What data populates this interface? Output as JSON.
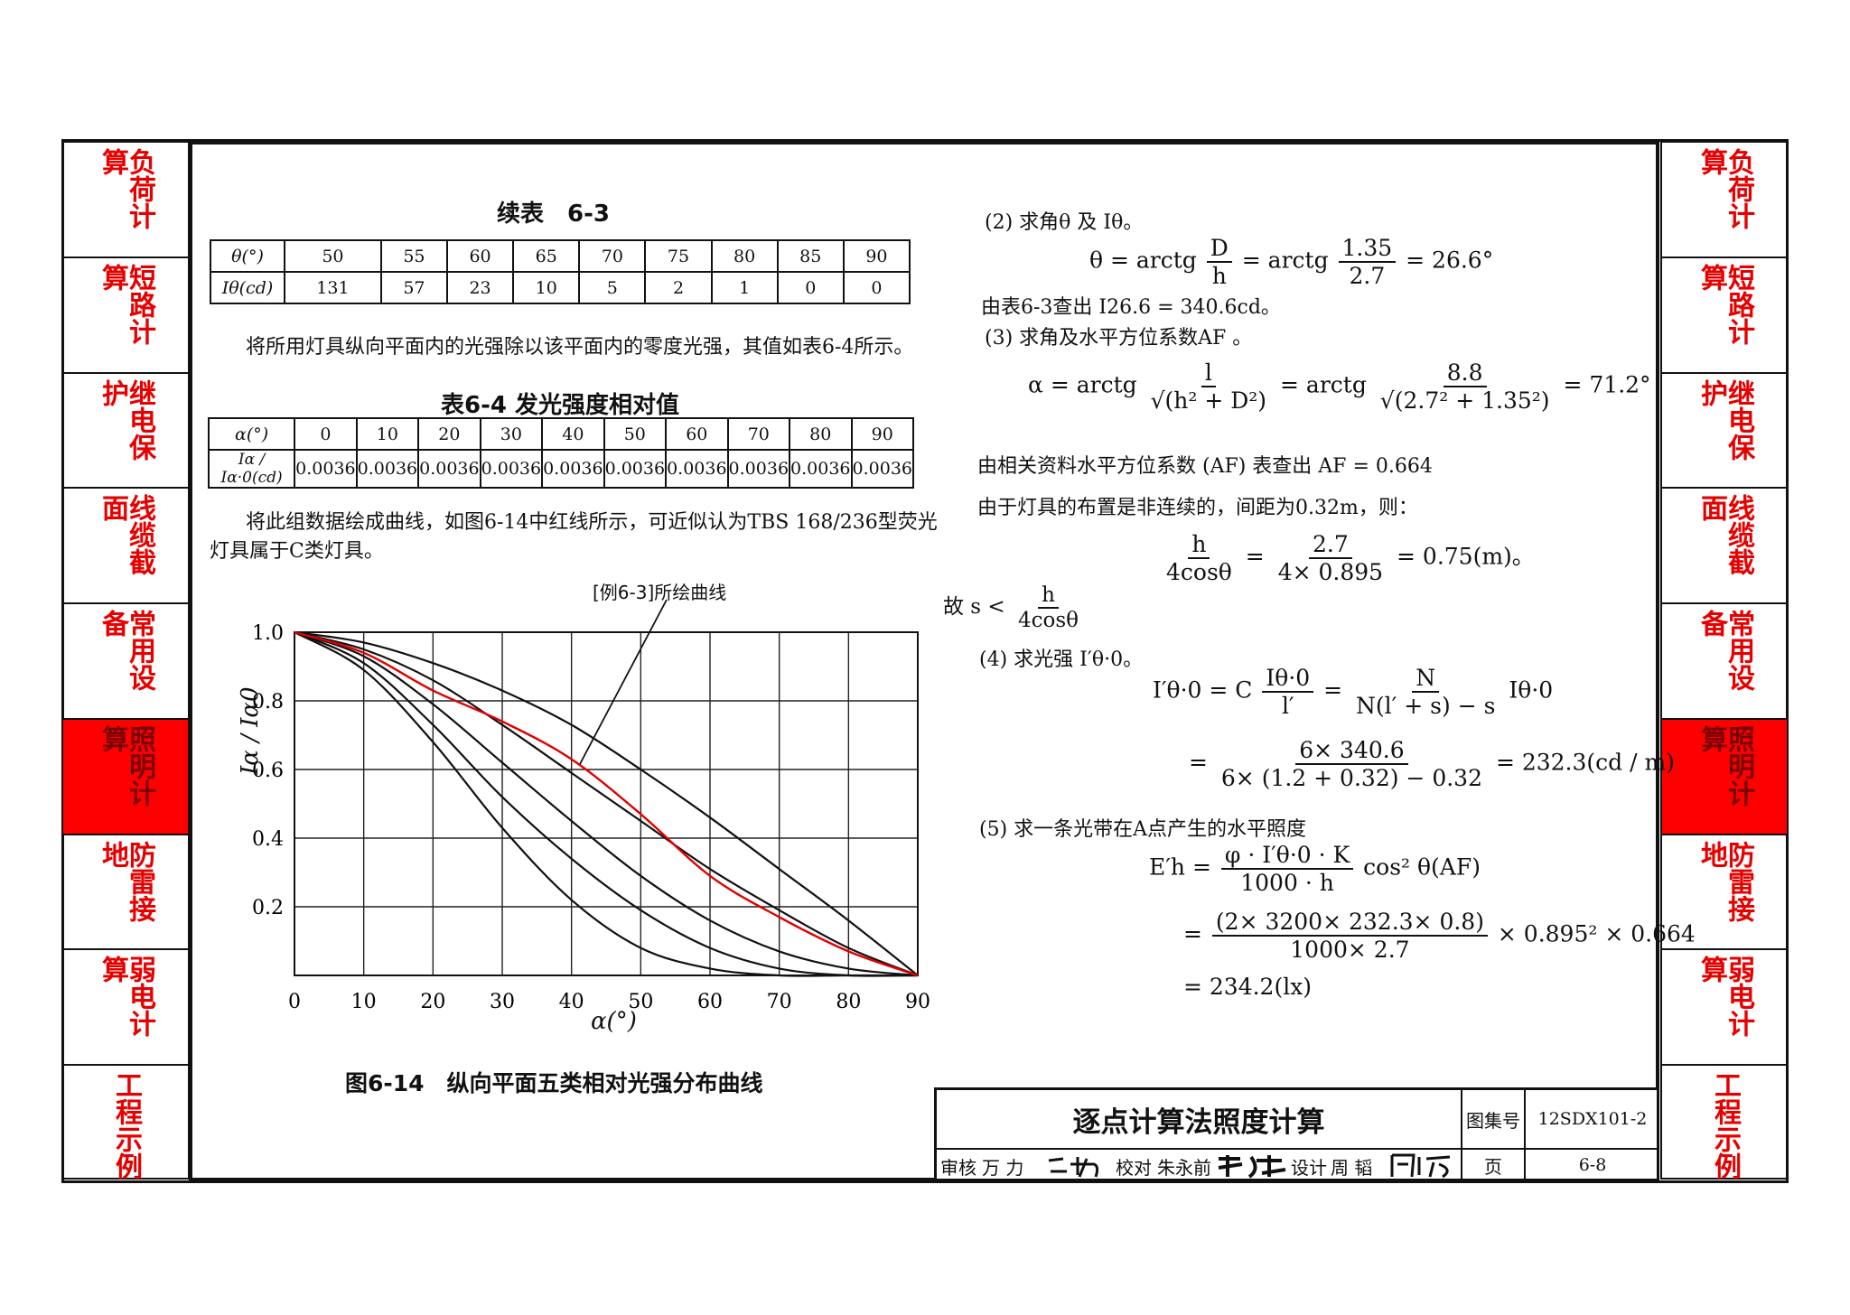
{
  "sidebar_items": [
    "负荷计算",
    "短路计算",
    "继电保护",
    "线缆截面",
    "常用设备",
    "照明计算",
    "防雷接地",
    "弱电计算",
    "工程示例"
  ],
  "active_item": "照明计算",
  "accent_red": "#ff0000",
  "left": {
    "table63_title": "续表　6-3",
    "table63_header": "θ(°)",
    "table63_row_label": "Iθ(cd)",
    "table63_angles": [
      "50",
      "55",
      "60",
      "65",
      "70",
      "75",
      "80",
      "85",
      "90"
    ],
    "table63_values": [
      "131",
      "57",
      "23",
      "10",
      "5",
      "2",
      "1",
      "0",
      "0"
    ],
    "para1": "将所用灯具纵向平面内的光强除以该平面内的零度光强，其值如表6-4所示。",
    "table64_title": "表6-4  发光强度相对值",
    "table64_header": "α(°)",
    "table64_row_label": "Iα / Iα·0(cd)",
    "table64_angles": [
      "0",
      "10",
      "20",
      "30",
      "40",
      "50",
      "60",
      "70",
      "80",
      "90"
    ],
    "table64_values": [
      "0.0036",
      "0.0036",
      "0.0036",
      "0.0036",
      "0.0036",
      "0.0036",
      "0.0036",
      "0.0036",
      "0.0036",
      "0.0036"
    ],
    "para2_line1": "将此组数据绘成曲线，如图6-14中红线所示，可近似认为TBS 168/236型荧光",
    "para2_line2": "灯具属于C类灯具。",
    "chart_annotation": "[例6-3]所绘曲线",
    "figure_caption": "图6-14　纵向平面五类相对光强分布曲线"
  },
  "chart_data": {
    "type": "line",
    "title": "",
    "xlabel": "α(°)",
    "ylabel": "Iα / Iα0",
    "xlim": [
      0,
      90
    ],
    "ylim": [
      0,
      1.0
    ],
    "x_ticks": [
      "0",
      "10",
      "20",
      "30",
      "40",
      "50",
      "60",
      "70",
      "80",
      "90"
    ],
    "y_ticks": [
      "0.2",
      "0.4",
      "0.6",
      "0.8",
      "1.0"
    ],
    "grid": true,
    "x": [
      0,
      10,
      20,
      30,
      40,
      50,
      60,
      70,
      80,
      90
    ],
    "series": [
      {
        "values": [
          1.0,
          0.97,
          0.91,
          0.83,
          0.73,
          0.6,
          0.46,
          0.31,
          0.16,
          0.0
        ]
      },
      {
        "values": [
          1.0,
          0.95,
          0.86,
          0.73,
          0.59,
          0.45,
          0.31,
          0.19,
          0.08,
          0.0
        ]
      },
      {
        "values": [
          1.0,
          0.93,
          0.79,
          0.62,
          0.45,
          0.29,
          0.16,
          0.07,
          0.02,
          0.0
        ]
      },
      {
        "values": [
          1.0,
          0.91,
          0.73,
          0.52,
          0.34,
          0.19,
          0.08,
          0.02,
          0.0,
          0.0
        ]
      },
      {
        "values": [
          1.0,
          0.89,
          0.68,
          0.43,
          0.22,
          0.08,
          0.02,
          0.0,
          0.0,
          0.0
        ]
      },
      {
        "values": [
          1.0,
          0.94,
          0.83,
          0.74,
          0.63,
          0.47,
          0.29,
          0.17,
          0.07,
          0.0
        ],
        "color": "#e00000"
      }
    ]
  },
  "right": {
    "step2": "(2) 求角θ 及 Iθ。",
    "theta_lhs": "θ = arctg",
    "theta_f1_num": "D",
    "theta_f1_den": "h",
    "theta_mid": "= arctg",
    "theta_f2_num": "1.35",
    "theta_f2_den": "2.7",
    "theta_res": "= 26.6°",
    "lookup1": "由表6-3查出 I26.6 = 340.6cd。",
    "step3": "(3) 求角及水平方位系数AF 。",
    "alpha_lhs": "α = arctg",
    "alpha_f1_num": "l",
    "alpha_f1_den": "√(h² + D²)",
    "alpha_mid": "= arctg",
    "alpha_f2_num": "8.8",
    "alpha_f2_den": "√(2.7² + 1.35²)",
    "alpha_res": "= 71.2°",
    "af_line": "由相关资料水平方位系数 (AF) 表查出 AF = 0.664",
    "discont_line": "由于灯具的布置是非连续的，间距为0.32m，则：",
    "hcos_f1_num": "h",
    "hcos_f1_den": "4cosθ",
    "hcos_f2_num": "2.7",
    "hcos_f2_den": "4× 0.895",
    "hcos_res": "= 0.75(m)。",
    "gu_prefix": "故 s <",
    "gu_num": "h",
    "gu_den": "4cosθ",
    "step4": "(4) 求光强 I′θ·0。",
    "i_lhs": "I′θ·0 = C",
    "i_f1_num": "Iθ·0",
    "i_f1_den": "l′",
    "i_f2_num": "N",
    "i_f2_den": "N(l′ + s) − s",
    "i_tail": "Iθ·0",
    "i2_num": "6× 340.6",
    "i2_den": "6× (1.2 + 0.32) − 0.32",
    "i2_res": "= 232.3(cd / m)",
    "step5": "(5) 求一条光带在A点产生的水平照度",
    "e_lhs": "E′h =",
    "e_f1_num": "φ · I′θ·0 · K",
    "e_f1_den": "1000 · h",
    "e_tail": "cos² θ(AF)",
    "e2_num": "(2× 3200× 232.3× 0.8)",
    "e2_den": "1000× 2.7",
    "e2_tail": "× 0.895² × 0.664",
    "e3": "= 234.2(lx)"
  },
  "titleblock": {
    "title": "逐点计算法照度计算",
    "atlas_label": "图集号",
    "atlas_no": "12SDX101-2",
    "shenhe": "审核",
    "shenhe_name": "万 力",
    "jiaodui": "校对",
    "jiaodui_name": "朱永前",
    "sheji": "设计",
    "sheji_name": "周 韬",
    "page_label": "页",
    "page_no": "6-8"
  }
}
